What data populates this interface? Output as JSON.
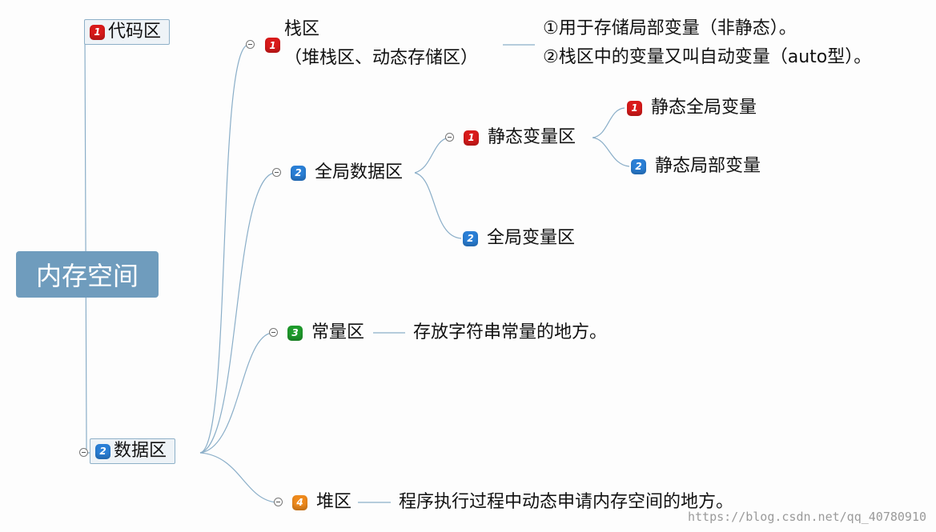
{
  "root": {
    "label": "内存空间"
  },
  "nodes": {
    "code": {
      "badge": "1",
      "label": "代码区"
    },
    "data": {
      "badge": "2",
      "label": "数据区"
    },
    "stack": {
      "badge": "1",
      "label": "栈区",
      "sublabel": "（堆栈区、动态存储区）",
      "notes": [
        "①用于存储局部变量（非静态）。",
        "②栈区中的变量又叫自动变量（auto型）。"
      ]
    },
    "global": {
      "badge": "2",
      "label": "全局数据区"
    },
    "static_area": {
      "badge": "1",
      "label": "静态变量区"
    },
    "static_global": {
      "badge": "1",
      "label": "静态全局变量"
    },
    "static_local": {
      "badge": "2",
      "label": "静态局部变量"
    },
    "global_var": {
      "badge": "2",
      "label": "全局变量区"
    },
    "const": {
      "badge": "3",
      "label": "常量区",
      "note": "存放字符串常量的地方。"
    },
    "heap": {
      "badge": "4",
      "label": "堆区",
      "note": "程序执行过程中动态申请内存空间的地方。"
    }
  },
  "watermark": "https://blog.csdn.net/qq_40780910",
  "colors": {
    "line": "#8aaec8",
    "root": "#6f9cbd"
  }
}
